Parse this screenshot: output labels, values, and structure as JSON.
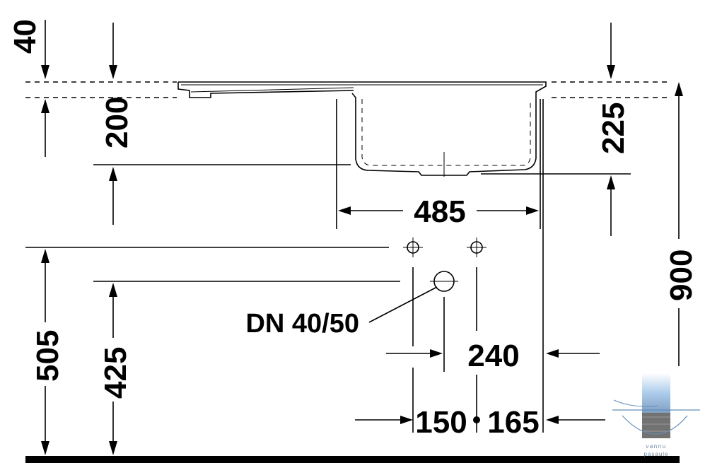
{
  "dimensions": {
    "d40": "40",
    "d200": "200",
    "d225": "225",
    "d485": "485",
    "d900": "900",
    "d505": "505",
    "d425": "425",
    "d240": "240",
    "d150": "150",
    "d165": "165"
  },
  "labels": {
    "drain": "DN 40/50"
  },
  "logo": {
    "text": "vannu pasaule"
  }
}
